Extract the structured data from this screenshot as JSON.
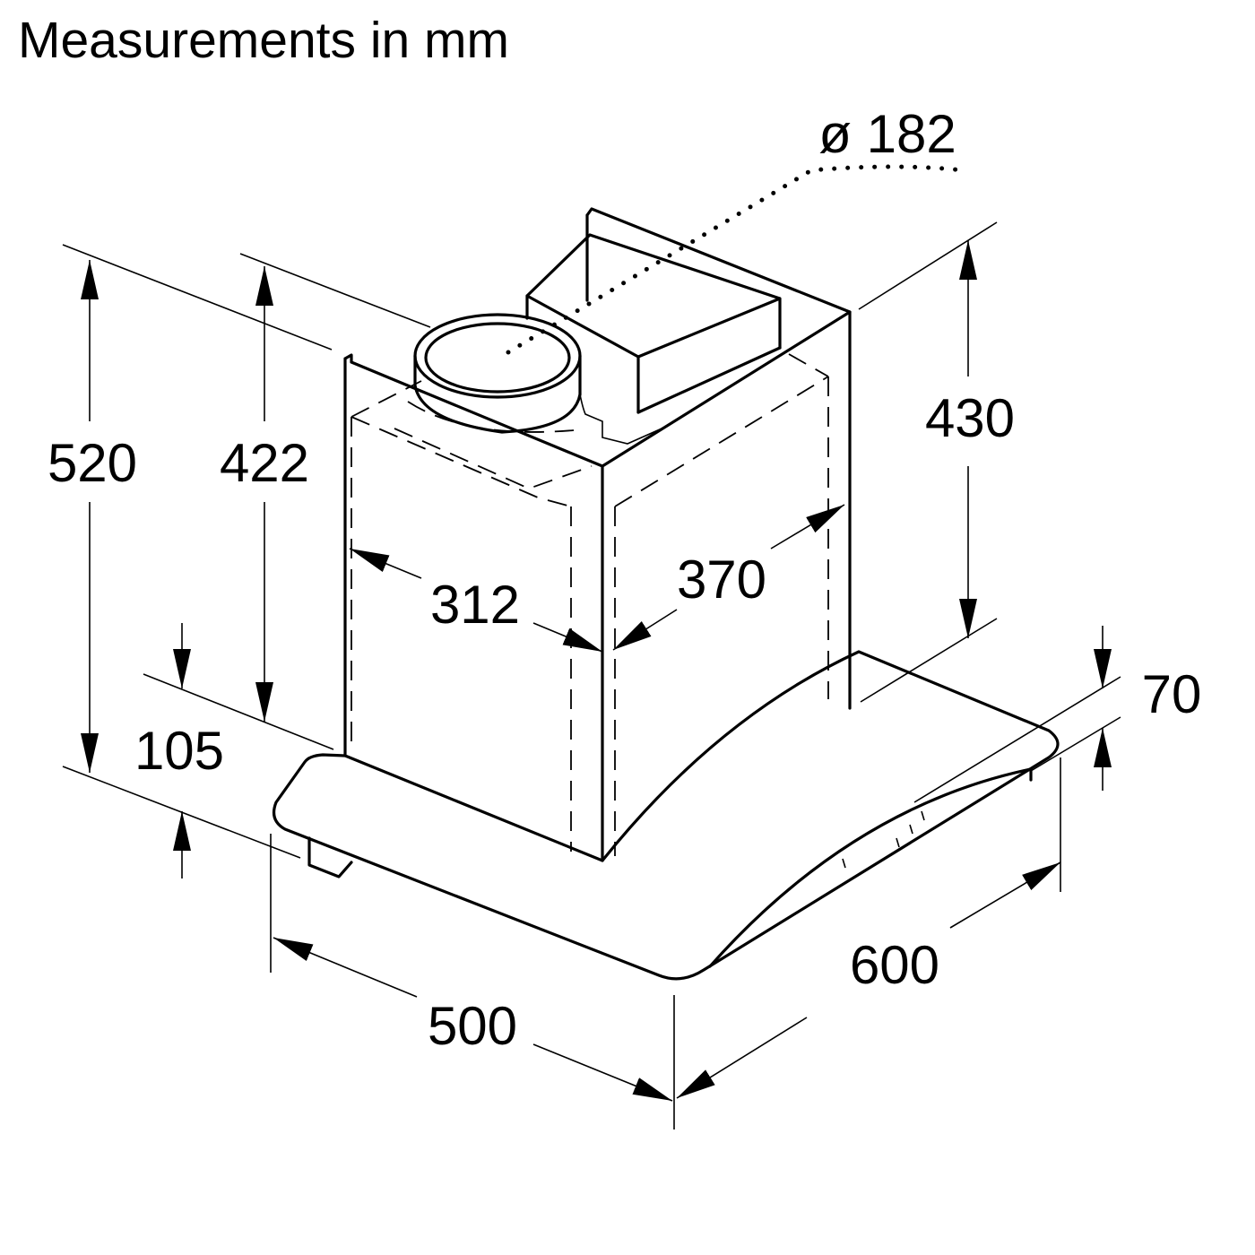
{
  "title": "Measurements in mm",
  "dimensions": {
    "duct_diameter": "ø 182",
    "total_height": "520",
    "chimney_height": "422",
    "canopy_offset": "105",
    "chimney_width": "312",
    "chimney_depth": "370",
    "back_plate_height": "430",
    "canopy_thickness": "70",
    "width": "600",
    "depth": "500"
  }
}
